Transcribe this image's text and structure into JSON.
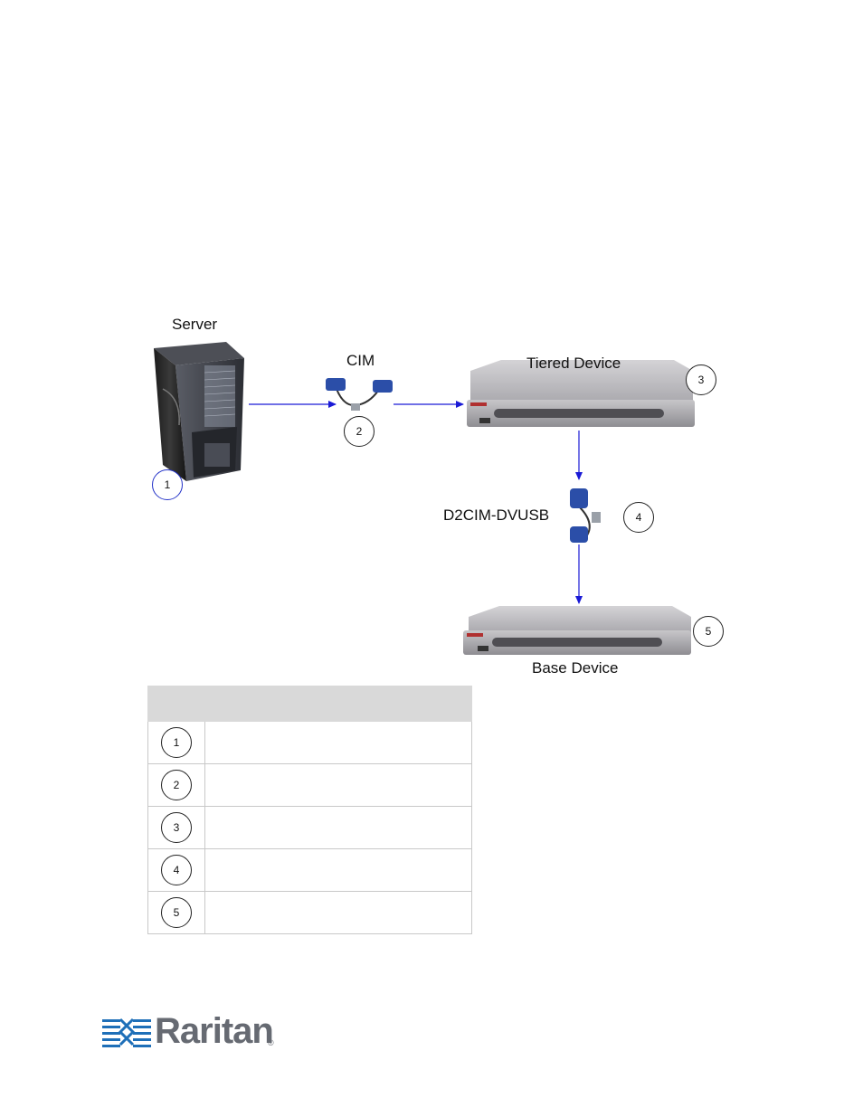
{
  "diagram": {
    "server_label": "Server",
    "cim_label": "CIM",
    "tiered_label": "Tiered Device",
    "d2cim_label": "D2CIM-DVUSB",
    "base_label": "Base Device",
    "callouts": [
      "1",
      "2",
      "3",
      "4",
      "5"
    ],
    "colors": {
      "arrow": "#1a1ad6",
      "callout_1_border": "#2433c8"
    }
  },
  "legend_table": {
    "rows": [
      {
        "num": "1",
        "text": ""
      },
      {
        "num": "2",
        "text": ""
      },
      {
        "num": "3",
        "text": ""
      },
      {
        "num": "4",
        "text": ""
      },
      {
        "num": "5",
        "text": ""
      }
    ]
  },
  "footer": {
    "logo_text": "Raritan",
    "logo_mark": "registered"
  }
}
